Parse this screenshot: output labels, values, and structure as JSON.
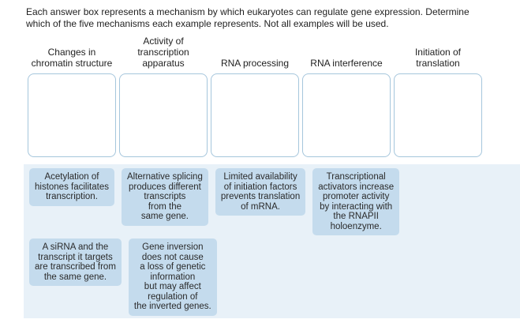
{
  "instructions": "Each answer box represents a mechanism by which eukaryotes can regulate gene expression. Determine\nwhich of the five mechanisms each example represents. Not all examples will be used.",
  "columns": [
    {
      "header": "Changes in\nchromatin structure"
    },
    {
      "header": "Activity of\ntranscription\napparatus"
    },
    {
      "header": "RNA processing"
    },
    {
      "header": "RNA interference"
    },
    {
      "header": "Initiation of\ntranslation"
    }
  ],
  "bank": {
    "chips": [
      {
        "label": "Acetylation of\nhistones facilitates\ntranscription."
      },
      {
        "label": "Alternative splicing\nproduces different\ntranscripts\nfrom the\nsame gene."
      },
      {
        "label": "Limited availability\nof initiation factors\nprevents translation\nof mRNA."
      },
      {
        "label": "Transcriptional\nactivators increase\npromoter activity\nby interacting with\nthe RNAPII\nholoenzyme."
      },
      {
        "label": "A siRNA and the\ntranscript it targets\nare transcribed from\nthe same gene."
      },
      {
        "label": "Gene inversion\ndoes not cause\na loss of genetic\ninformation\nbut may affect\nregulation of\nthe inverted genes."
      }
    ]
  },
  "colors": {
    "bank_background": "#e8f1f8",
    "chip_background": "#c4dbed",
    "dropbox_border": "#a5c6dc"
  }
}
